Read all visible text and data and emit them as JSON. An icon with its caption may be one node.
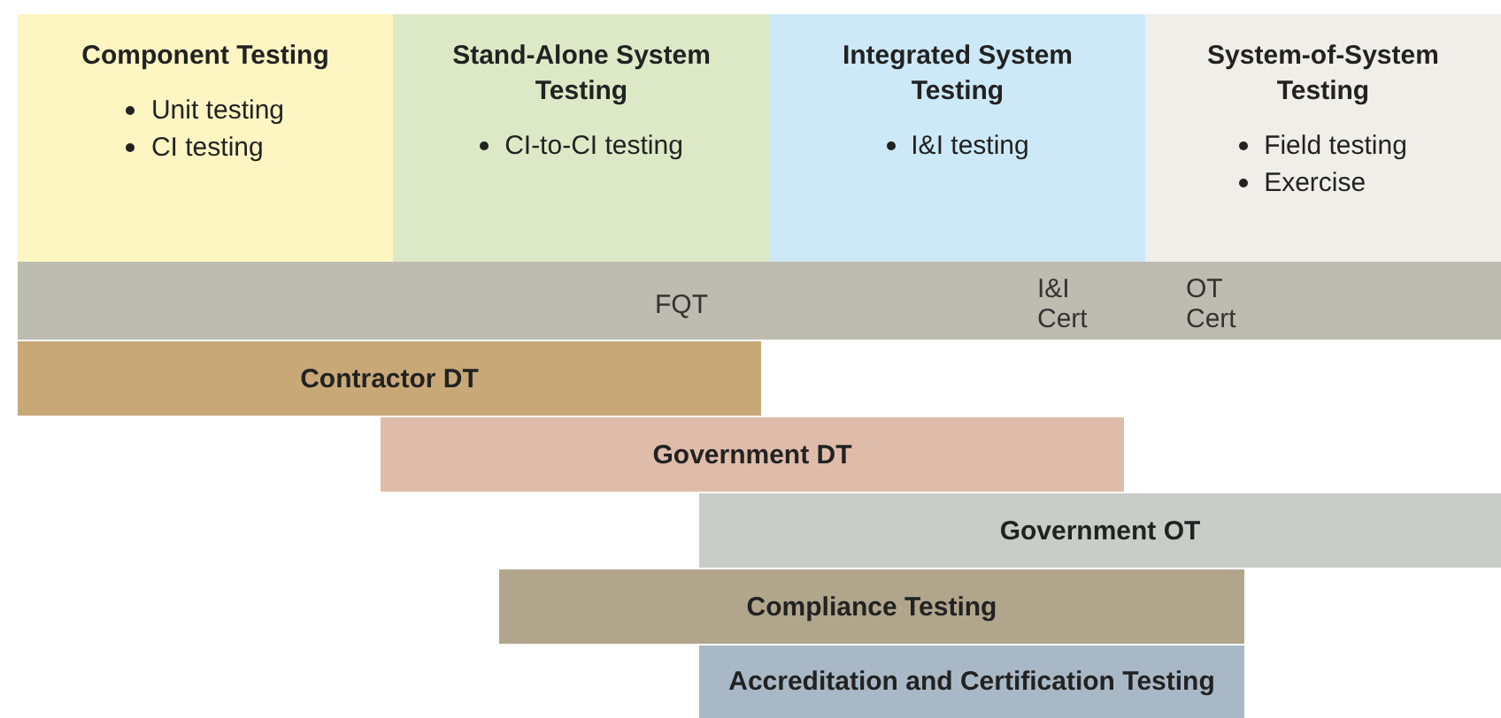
{
  "diagram": {
    "nodes": [
      {
        "text": [
          "Component Testing",
          "Unit testing",
          "CI testing"
        ]
      },
      {
        "text": [
          "Stand-Alone System Testing",
          "CI-to-CI testing"
        ]
      },
      {
        "text": [
          "Integrated System Testing",
          "I&I testing"
        ]
      },
      {
        "text": [
          "System-of-System Testing",
          "Field testing",
          "Exercise"
        ]
      },
      {
        "text": [
          "FQT",
          "I&I Cert",
          "OT Cert"
        ]
      },
      {
        "text": [
          "Contractor DT"
        ]
      },
      {
        "text": [
          "Government DT"
        ]
      },
      {
        "text": [
          "Government OT"
        ]
      },
      {
        "text": [
          "Compliance Testing"
        ]
      },
      {
        "text": [
          "Accreditation and Certification Testing"
        ]
      }
    ]
  }
}
